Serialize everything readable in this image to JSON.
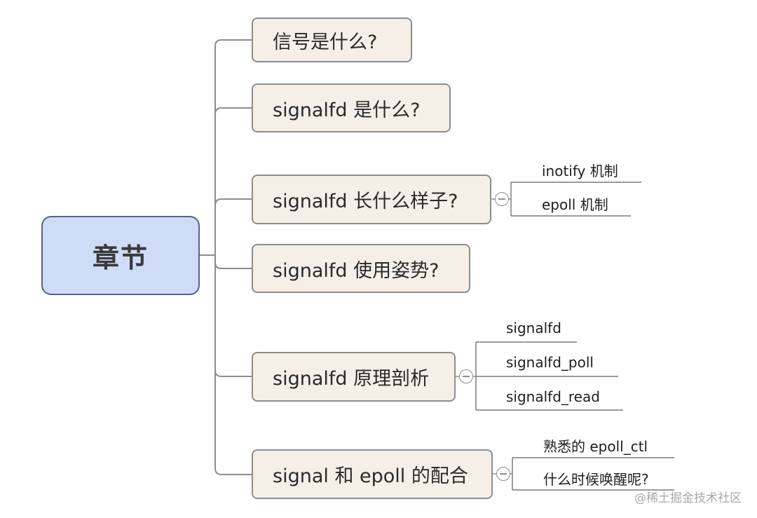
{
  "root": {
    "label": "章节"
  },
  "topics": [
    {
      "label": "信号是什么?",
      "children": []
    },
    {
      "label": "signalfd 是什么?",
      "children": []
    },
    {
      "label": "signalfd 长什么样子?",
      "children": [
        "inotify 机制",
        "epoll 机制"
      ]
    },
    {
      "label": "signalfd 使用姿势?",
      "children": []
    },
    {
      "label": "signalfd 原理剖析",
      "children": [
        "signalfd",
        "signalfd_poll",
        "signalfd_read"
      ]
    },
    {
      "label": "signal 和 epoll 的配合",
      "children": [
        "熟悉的 epoll_ctl",
        "什么时候唤醒呢?"
      ]
    }
  ],
  "watermark": "@稀土掘金技术社区",
  "colors": {
    "root_fill": "#cfdcf8",
    "root_border": "#58647f",
    "topic_fill": "#f6efe8",
    "connector": "#8d8d8d",
    "leaf_underline": "#7a7a7a"
  }
}
